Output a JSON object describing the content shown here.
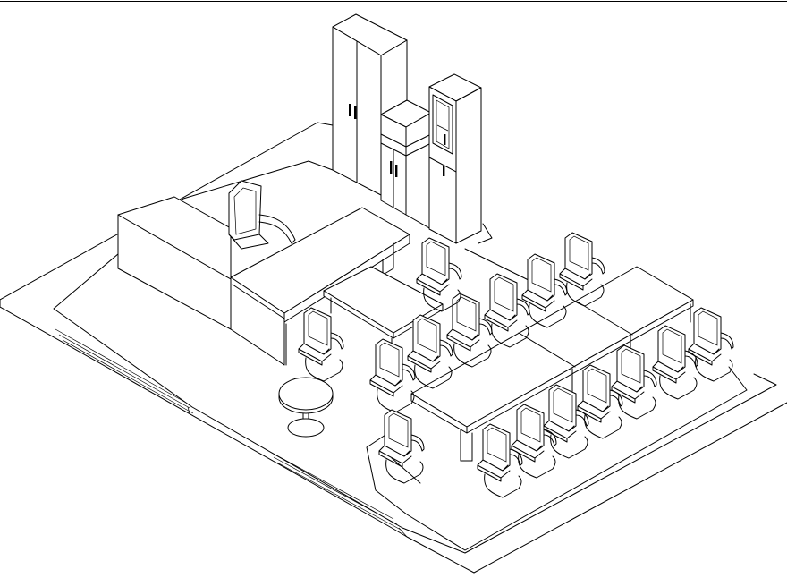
{
  "drawing": {
    "kind": "isometric office furniture line drawing",
    "line_color": "#000000",
    "background_color": "#ffffff"
  },
  "objects": {
    "tall_cabinets": 3,
    "executive_desk": 1,
    "executive_chair": 1,
    "side_table": 1,
    "visitor_chairs_near_desk": 2,
    "round_table": 1,
    "conference_table_segments": 3,
    "conference_chairs_back_row": 6,
    "conference_chairs_front_row": 7,
    "conference_end_chairs": 2
  }
}
